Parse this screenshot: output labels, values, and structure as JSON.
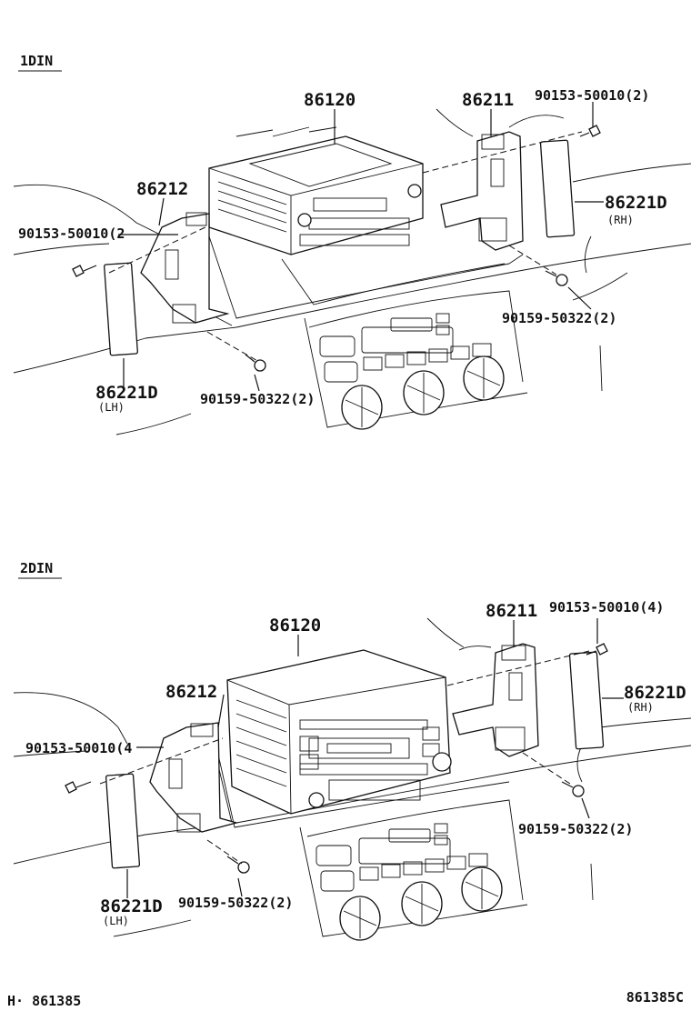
{
  "sections": [
    {
      "title": "1DIN",
      "labels": {
        "radio": "86120",
        "bracket_rh": "86211",
        "screw_top_rh": "90153-50010(2)",
        "bracket_lh": "86212",
        "screw_left": "90153-50010(2",
        "trim_rh": "86221D",
        "trim_rh_side": "(RH)",
        "screw_bottom_rh": "90159-50322(2)",
        "trim_lh": "86221D",
        "trim_lh_side": "(LH)",
        "screw_bottom_lh": "90159-50322(2)"
      }
    },
    {
      "title": "2DIN",
      "labels": {
        "radio": "86120",
        "bracket_rh": "86211",
        "screw_top_rh": "90153-50010(4)",
        "bracket_lh": "86212",
        "screw_left": "90153-50010(4",
        "trim_rh": "86221D",
        "trim_rh_side": "(RH)",
        "screw_bottom_rh": "90159-50322(2)",
        "trim_lh": "86221D",
        "trim_lh_side": "(LH)",
        "screw_bottom_lh": "90159-50322(2)"
      }
    }
  ],
  "footer": {
    "left_code": "H· 861385",
    "right_code": "861385C"
  }
}
